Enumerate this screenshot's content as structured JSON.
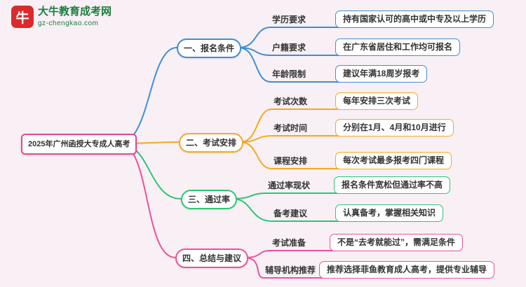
{
  "colors": {
    "background": "#f8f0f5",
    "root_pink": "#e8478d",
    "branch_blue": "#3f8ed6",
    "branch_orange": "#f7a81f",
    "branch_green": "#2fc478",
    "branch_pink": "#f0509c",
    "logo_red": "#d92b2b",
    "logo_green": "#1d7d40"
  },
  "logo": {
    "brand": "大牛教育成考网",
    "domain": "gz-chengkao.com",
    "icon_glyph": "牛"
  },
  "root": {
    "label": "2025年广州函授大专成人高考"
  },
  "branches": [
    {
      "label": "一、报名条件",
      "color": "#3f8ed6",
      "children": [
        {
          "label": "学历要求",
          "value": "持有国家认可的高中或中专及以上学历"
        },
        {
          "label": "户籍要求",
          "value": "在广东省居住和工作均可报名"
        },
        {
          "label": "年龄限制",
          "value": "建议年满18周岁报考"
        }
      ]
    },
    {
      "label": "二、考试安排",
      "color": "#f7a81f",
      "children": [
        {
          "label": "考试次数",
          "value": "每年安排三次考试"
        },
        {
          "label": "考试时间",
          "value": "分别在1月、4月和10月进行"
        },
        {
          "label": "课程安排",
          "value": "每次考试最多报考四门课程"
        }
      ]
    },
    {
      "label": "三、通过率",
      "color": "#2fc478",
      "children": [
        {
          "label": "通过率现状",
          "value": "报名条件宽松但通过率不高"
        },
        {
          "label": "备考建议",
          "value": "认真备考，掌握相关知识"
        }
      ]
    },
    {
      "label": "四、总结与建议",
      "color": "#f0509c",
      "children": [
        {
          "label": "考试准备",
          "value": "不是“去考就能过”，需满足条件"
        },
        {
          "label": "辅导机构推荐",
          "value": "推荐选择菲鱼教育成人高考，提供专业辅导"
        }
      ]
    }
  ]
}
